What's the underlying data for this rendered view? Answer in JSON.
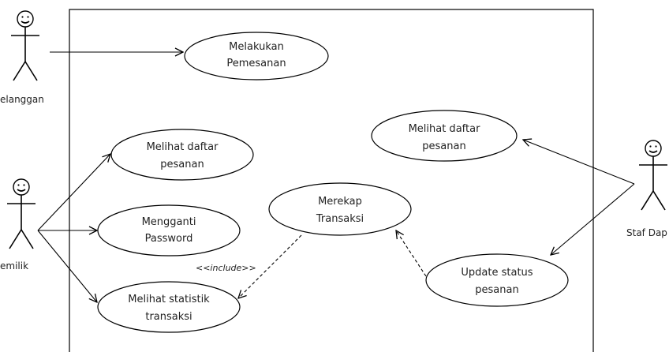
{
  "use_cases": {
    "melakukan_pemesanan": [
      "Melakukan",
      "Pemesanan"
    ],
    "pemilik_melihat_daftar": [
      "Melihat daftar",
      "pesanan"
    ],
    "mengganti_password": [
      "Mengganti",
      "Password"
    ],
    "melihat_statistik": [
      "Melihat statistik",
      "transaksi"
    ],
    "merekap_transaksi": [
      "Merekap",
      "Transaksi"
    ],
    "staf_melihat_daftar": [
      "Melihat daftar",
      "pesanan"
    ],
    "update_status": [
      "Update status",
      "pesanan"
    ]
  },
  "actors": {
    "pelanggan": "elanggan",
    "pemilik": "emilik",
    "staf_dapur": "Staf Dap"
  },
  "include_label": "<<include>>"
}
